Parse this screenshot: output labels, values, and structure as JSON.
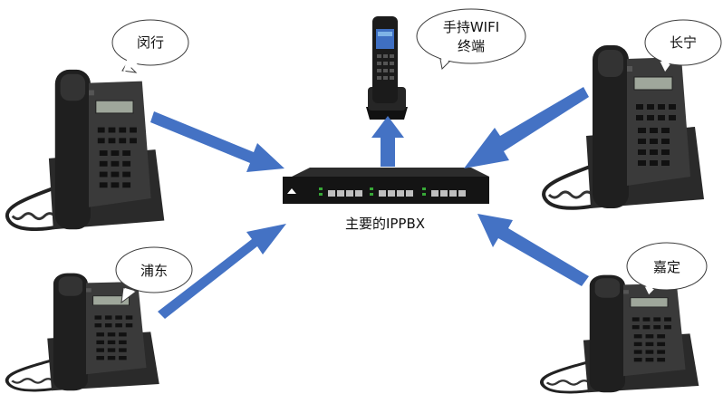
{
  "bubbles": {
    "minhang": "闵行",
    "wifi_line1": "手持WIFI",
    "wifi_line2": "终端",
    "changning": "长宁",
    "pudong": "浦东",
    "jiading": "嘉定"
  },
  "pbx_label": "主要的IPPBX",
  "colors": {
    "arrow": "#4472C4",
    "phone_body": "#2b2b2b",
    "pbx_body": "#1a1a1a",
    "port_led": "#37a837"
  }
}
